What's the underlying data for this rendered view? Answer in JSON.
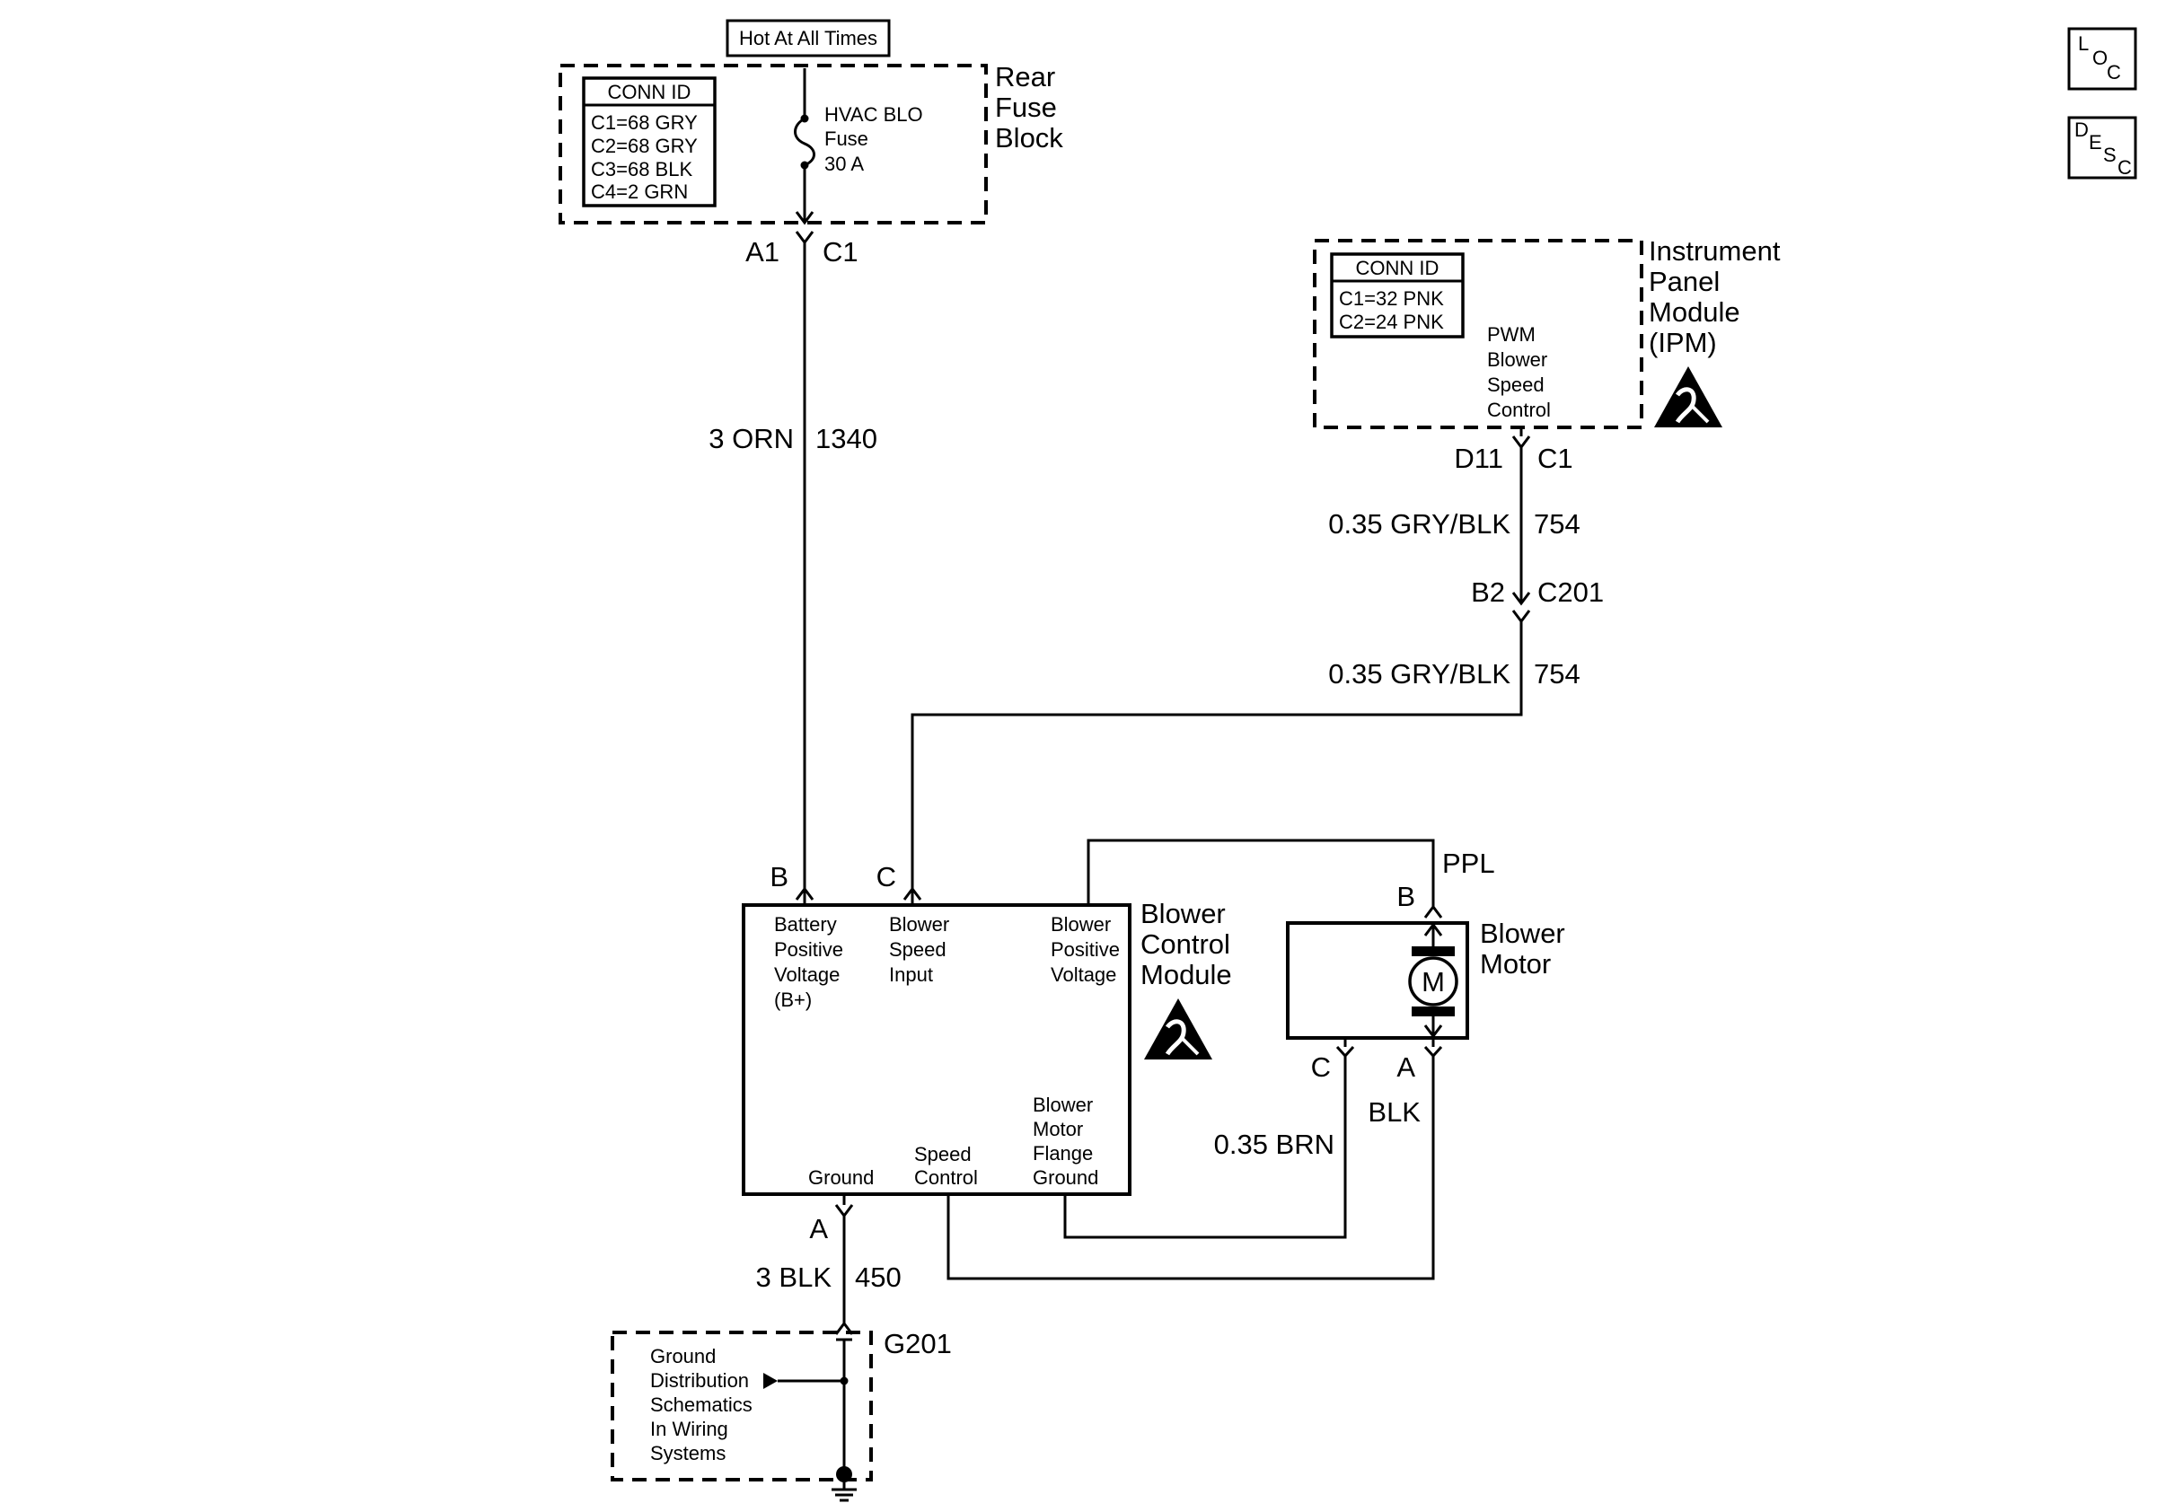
{
  "legend_buttons": {
    "loc": [
      "L",
      "O",
      "C"
    ],
    "desc": [
      "D",
      "E",
      "S",
      "C"
    ]
  },
  "power": {
    "label": "Hot At All Times"
  },
  "rear_fuse_block": {
    "name": [
      "Rear",
      "Fuse",
      "Block"
    ],
    "conn_id_title": "CONN ID",
    "conn_ids": [
      "C1=68 GRY",
      "C2=68 GRY",
      "C3=68 BLK",
      "C4=2 GRN"
    ],
    "fuse": [
      "HVAC BLO",
      "Fuse",
      "30 A"
    ],
    "pin": "A1",
    "connector": "C1"
  },
  "wire_1340": {
    "gauge_color": "3 ORN",
    "circuit": "1340"
  },
  "ipm": {
    "name": [
      "Instrument",
      "Panel",
      "Module",
      "(IPM)"
    ],
    "conn_id_title": "CONN ID",
    "conn_ids": [
      "C1=32 PNK",
      "C2=24 PNK"
    ],
    "function": [
      "PWM",
      "Blower",
      "Speed",
      "Control"
    ],
    "pin": "D11",
    "connector": "C1"
  },
  "wire_754_upper": {
    "gauge_color": "0.35 GRY/BLK",
    "circuit": "754"
  },
  "inline_connector": {
    "pin": "B2",
    "name": "C201"
  },
  "wire_754_lower": {
    "gauge_color": "0.35 GRY/BLK",
    "circuit": "754"
  },
  "blower_control_module": {
    "name": [
      "Blower",
      "Control",
      "Module"
    ],
    "pin_b": "B",
    "pin_c": "C",
    "pin_a": "A",
    "label_bplus": [
      "Battery",
      "Positive",
      "Voltage",
      "(B+)"
    ],
    "label_speed_input": [
      "Blower",
      "Speed",
      "Input"
    ],
    "label_pos_voltage": [
      "Blower",
      "Positive",
      "Voltage"
    ],
    "label_ground": "Ground",
    "label_speed_control": [
      "Speed",
      "Control"
    ],
    "label_flange_ground": [
      "Blower",
      "Motor",
      "Flange",
      "Ground"
    ]
  },
  "blower_motor": {
    "name": [
      "Blower",
      "Motor"
    ],
    "symbol": "M",
    "pin_b": "B",
    "pin_c": "C",
    "pin_a": "A"
  },
  "wire_ppl": {
    "color": "PPL"
  },
  "wire_brn": {
    "gauge_color": "0.35 BRN"
  },
  "wire_blk": {
    "color": "BLK"
  },
  "wire_450": {
    "gauge_color": "3 BLK",
    "circuit": "450"
  },
  "ground": {
    "name": "G201",
    "note": [
      "Ground",
      "Distribution",
      "Schematics",
      "In Wiring",
      "Systems"
    ]
  }
}
